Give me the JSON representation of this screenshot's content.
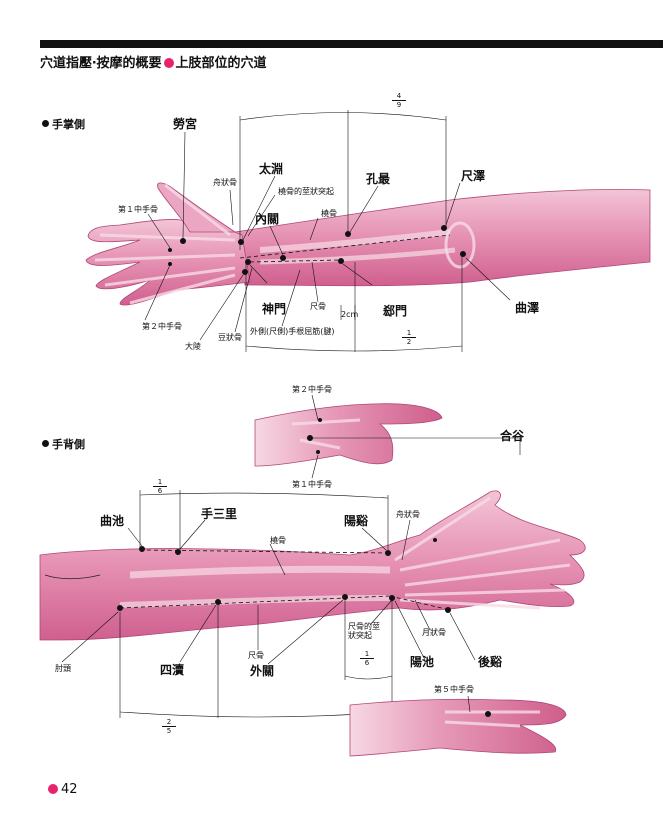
{
  "header": {
    "left": "穴道指壓‧按摩的概要",
    "right": "上肢部位的穴道"
  },
  "sections": {
    "palm": "手掌側",
    "back": "手背側"
  },
  "palm": {
    "points": {
      "laogong": "勞宮",
      "taiyuan": "太淵",
      "neiguan": "內關",
      "kongzui": "孔最",
      "chize": "尺澤",
      "shenmen": "神門",
      "ximen": "郄門",
      "quze": "曲澤",
      "daling": "大陵"
    },
    "anatomy": {
      "scaphoid": "舟狀骨",
      "styloid": "橈骨的莖狀突起",
      "radius": "橈骨",
      "metacarpal1": "第１中手骨",
      "metacarpal2": "第２中手骨",
      "pisiform": "豆狀骨",
      "ulna": "尺骨",
      "tendon": "外側(尺側)手根屈筋(腱)",
      "cm": "2cm"
    },
    "fractions": {
      "top": {
        "num": "4",
        "den": "9"
      },
      "bottom": {
        "num": "1",
        "den": "2"
      }
    }
  },
  "back": {
    "points": {
      "hegu": "合谷",
      "quchi": "曲池",
      "shousanli": "手三里",
      "yangxi": "陽谿",
      "sidu": "四瀆",
      "waiguan": "外關",
      "yangchi": "陽池",
      "houxi": "後谿"
    },
    "anatomy": {
      "metacarpal2": "第２中手骨",
      "metacarpal1": "第１中手骨",
      "scaphoid": "舟狀骨",
      "radius": "橈骨",
      "ulna": "尺骨",
      "ulna_styloid": "尺骨的莖\n狀突起",
      "lunate": "月狀骨",
      "elbow": "肘頭",
      "metacarpal5": "第５中手骨"
    },
    "fractions": {
      "top": {
        "num": "1",
        "den": "6"
      },
      "mid": {
        "num": "1",
        "den": "6"
      },
      "bottom": {
        "num": "2",
        "den": "5"
      }
    }
  },
  "footer": {
    "page_number": "42"
  },
  "colors": {
    "accent": "#e8236e",
    "skin": "#e9a0bd",
    "skin_dark": "#c85283",
    "bone": "#f7dbe6"
  }
}
